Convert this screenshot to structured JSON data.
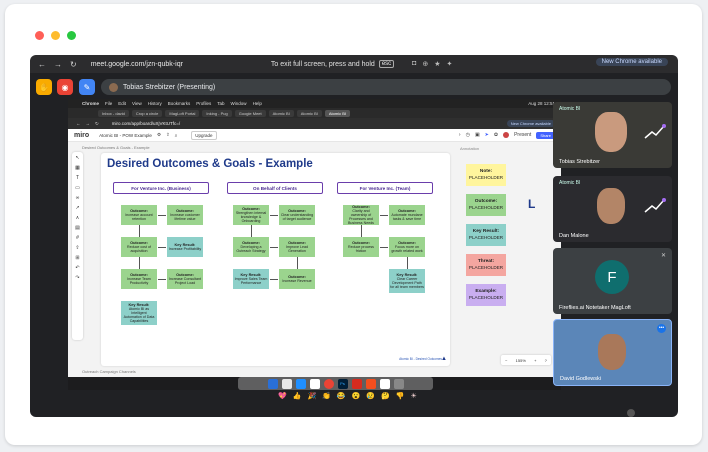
{
  "browser": {
    "url": "meet.google.com/jzn-qubk-iqr",
    "fullscreen_hint": "To exit full screen, press and hold",
    "esc_key": "esc",
    "new_chrome": "New Chrome available"
  },
  "meet": {
    "presenter": "Tobias Strebitzer (Presenting)",
    "participants": [
      {
        "name": "Tobias Strebitzer"
      },
      {
        "name": "Dan Malone"
      },
      {
        "name": "Fireflies.ai Notetaker MagLoft",
        "initial": "F"
      },
      {
        "name": "David Godlewski"
      }
    ],
    "reactions": [
      "💖",
      "👍",
      "🎉",
      "👏",
      "😂",
      "😮",
      "😢",
      "🤔",
      "👎",
      "☀"
    ]
  },
  "shared": {
    "mac_menu": [
      "Chrome",
      "File",
      "Edit",
      "View",
      "History",
      "Bookmarks",
      "Profiles",
      "Tab",
      "Window",
      "Help"
    ],
    "mac_clock": "Aug 28  12:51",
    "tabs": [
      "Inbox - david",
      "Crop a circle",
      "MagLoft Portal",
      "Inking - Pug",
      "Google Meet",
      "Atomic BI",
      "Atomic BI",
      "Atomic BI"
    ],
    "address": "miro.com/app/board/uXjVKtUTfc=/",
    "new_chrome": "New Chrome available",
    "miro": {
      "logo": "miro",
      "board_name": "Atomic BI - POW Example",
      "upgrade": "Upgrade",
      "present": "Present",
      "share": "Share"
    },
    "breadcrumb_top": "Desired Outcomes & Goals - Example",
    "breadcrumb_bottom": "Outreach Campaign Channels",
    "annotation_label": "Annotation",
    "zoom": "155%",
    "board": {
      "title": "Desired Outcomes & Goals - Example",
      "columns": [
        "For Venture Inc. (Business)",
        "On Behalf of Clients",
        "For Venture Inc. (Team)"
      ],
      "notes": {
        "c1": [
          {
            "h": "Outcome:",
            "t": "Increase account retention"
          },
          {
            "h": "Outcome:",
            "t": "Increase customer lifetime value"
          },
          {
            "h": "Outcome:",
            "t": "Reduce cost of acquisition"
          },
          {
            "h": "Key Result:",
            "t": "Increase Profitability"
          },
          {
            "h": "Outcome:",
            "t": "Increase Team Productivity"
          },
          {
            "h": "Outcome:",
            "t": "Increase Consultant Project Load"
          },
          {
            "h": "Key Result:",
            "t": "Atomic BI as Intelligent Automation of Data Capabilities"
          }
        ],
        "c2": [
          {
            "h": "Outcome:",
            "t": "Strengthen internal knowledge & Onboarding"
          },
          {
            "h": "Outcome:",
            "t": "Clear understanding of target audience"
          },
          {
            "h": "Outcome:",
            "t": "Developing a Outreach Strategy"
          },
          {
            "h": "Outcome:",
            "t": "Improve Lead Generation"
          },
          {
            "h": "Key Result:",
            "t": "Improve Sales Team Performance"
          },
          {
            "h": "Outcome:",
            "t": "Increase Revenue"
          }
        ],
        "c3": [
          {
            "h": "Outcome:",
            "t": "Clarity and ownership of Processes and Business Needs"
          },
          {
            "h": "Outcome:",
            "t": "Automate mundane tasks & save time"
          },
          {
            "h": "Outcome:",
            "t": "Reduce process friction"
          },
          {
            "h": "Outcome:",
            "t": "Focus more on growth related work"
          },
          {
            "h": "Key Result:",
            "t": "Clear Career Development Path for all team members"
          }
        ]
      },
      "footer": "Atomic BI - Desired Outcomes"
    },
    "annotations": [
      {
        "h": "Note:",
        "t": "PLACEHOLDER",
        "color": "#fff59d"
      },
      {
        "h": "Outcome:",
        "t": "PLACEHOLDER",
        "color": "#9bd48e"
      },
      {
        "h": "Key Result:",
        "t": "PLACEHOLDER",
        "color": "#8dd0c9"
      },
      {
        "h": "Threat:",
        "t": "PLACEHOLDER",
        "color": "#f4a6a0"
      },
      {
        "h": "Example:",
        "t": "PLACEHOLDER",
        "color": "#c9aef0"
      }
    ],
    "edge_letter": "L"
  },
  "colors": {
    "accent": "#4262ff",
    "board_title": "#1f3a8a",
    "column_border": "#6a3eab"
  }
}
